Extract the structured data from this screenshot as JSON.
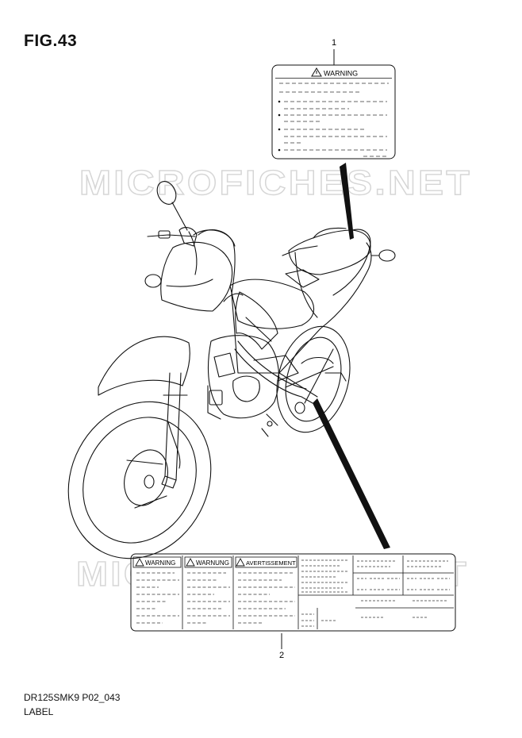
{
  "figure": {
    "title": "FIG.43"
  },
  "callouts": {
    "part1": "1",
    "part2": "2"
  },
  "label1": {
    "heading": "WARNING"
  },
  "label2": {
    "col_warning": "WARNING",
    "col_warnung": "WARNUNG",
    "col_avertissement": "AVERTISSEMENT"
  },
  "watermark": {
    "text": "MICROFICHES.NET"
  },
  "footer": {
    "code": "DR125SMK9 P02_043",
    "name": "LABEL"
  },
  "icons": {
    "warning": "warning-triangle-icon"
  }
}
